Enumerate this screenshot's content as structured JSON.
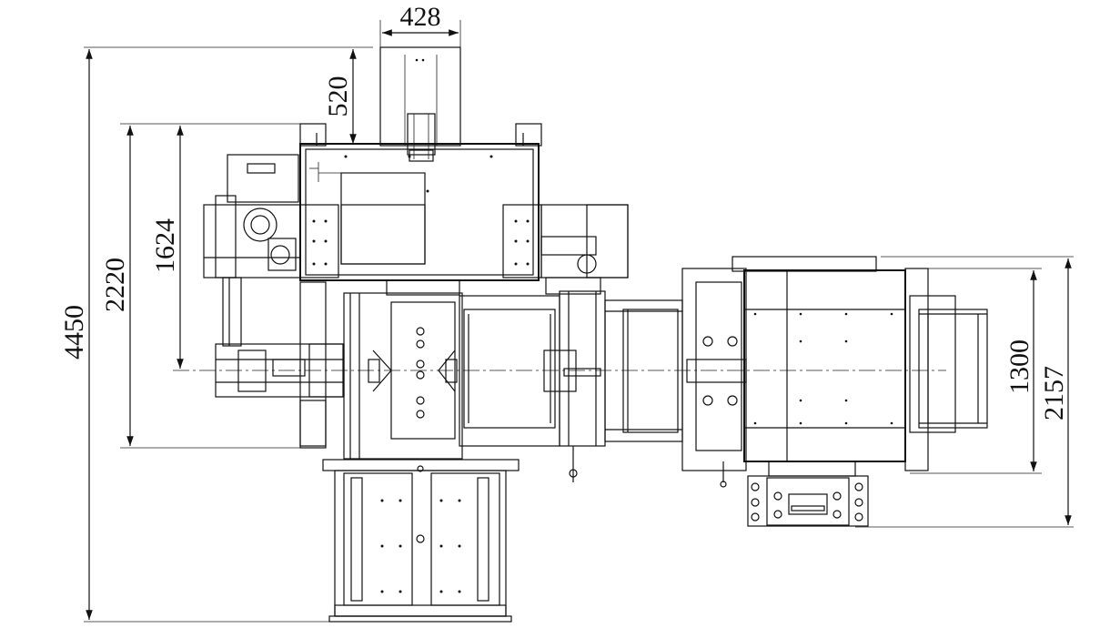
{
  "dimensions": {
    "top_width": "428",
    "top_offset": "520",
    "total_height": "4450",
    "frame_height": "2220",
    "inner_height": "1624",
    "right_inner": "1300",
    "right_outer": "2157"
  },
  "colors": {
    "line": "#111111",
    "background": "#ffffff"
  }
}
